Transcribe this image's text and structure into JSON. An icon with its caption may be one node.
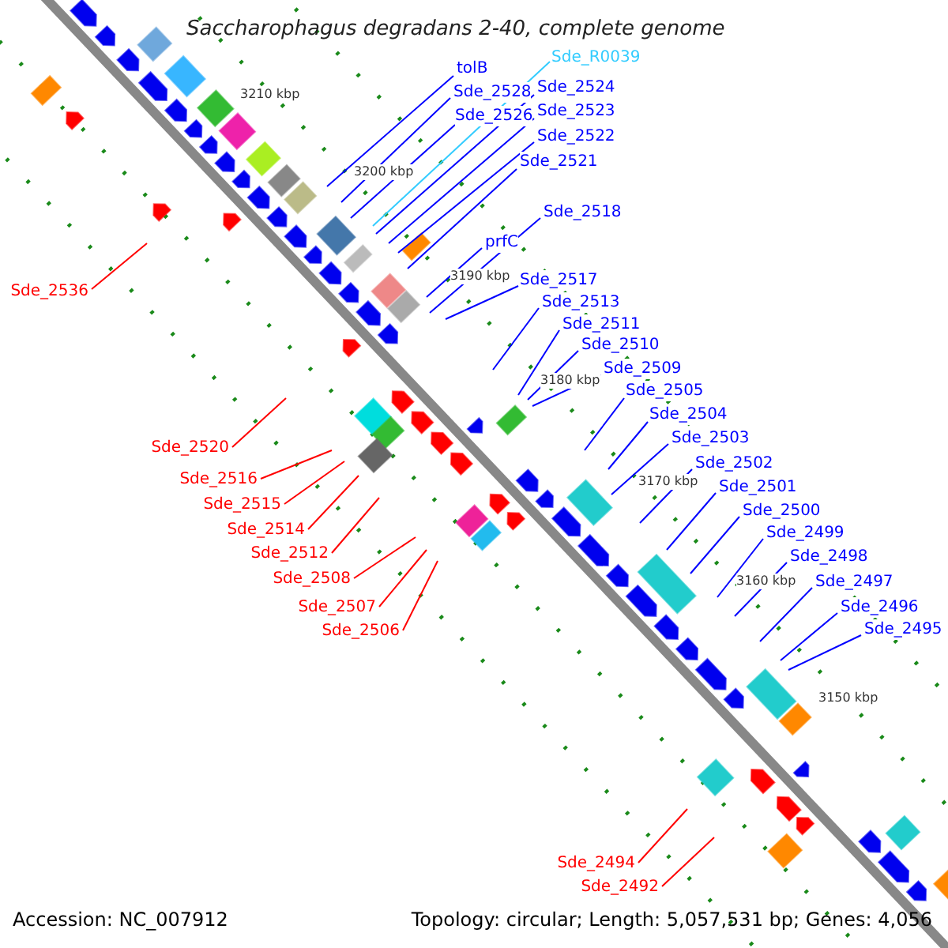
{
  "diagram": {
    "title": "Saccharophagus degradans 2-40, complete genome",
    "nodes": [
      {
        "text": [
          "tolB"
        ]
      },
      {
        "text": [
          "Sde_2528"
        ]
      },
      {
        "text": [
          "Sde_R0039"
        ]
      },
      {
        "text": [
          "Sde_2526"
        ]
      },
      {
        "text": [
          "Sde_2524"
        ]
      },
      {
        "text": [
          "Sde_2523"
        ]
      },
      {
        "text": [
          "Sde_2522"
        ]
      },
      {
        "text": [
          "Sde_2521"
        ]
      },
      {
        "text": [
          "Sde_2518"
        ]
      },
      {
        "text": [
          "prfC"
        ]
      },
      {
        "text": [
          "Sde_2517"
        ]
      },
      {
        "text": [
          "Sde_2513"
        ]
      },
      {
        "text": [
          "Sde_2511"
        ]
      },
      {
        "text": [
          "Sde_2510"
        ]
      },
      {
        "text": [
          "Sde_2509"
        ]
      },
      {
        "text": [
          "Sde_2505"
        ]
      },
      {
        "text": [
          "Sde_2504"
        ]
      },
      {
        "text": [
          "Sde_2503"
        ]
      },
      {
        "text": [
          "Sde_2502"
        ]
      },
      {
        "text": [
          "Sde_2501"
        ]
      },
      {
        "text": [
          "Sde_2500"
        ]
      },
      {
        "text": [
          "Sde_2499"
        ]
      },
      {
        "text": [
          "Sde_2498"
        ]
      },
      {
        "text": [
          "Sde_2497"
        ]
      },
      {
        "text": [
          "Sde_2496"
        ]
      },
      {
        "text": [
          "Sde_2495"
        ]
      },
      {
        "text": [
          "Sde_2536"
        ]
      },
      {
        "text": [
          "Sde_2520"
        ]
      },
      {
        "text": [
          "Sde_2516"
        ]
      },
      {
        "text": [
          "Sde_2515"
        ]
      },
      {
        "text": [
          "Sde_2514"
        ]
      },
      {
        "text": [
          "Sde_2512"
        ]
      },
      {
        "text": [
          "Sde_2508"
        ]
      },
      {
        "text": [
          "Sde_2507"
        ]
      },
      {
        "text": [
          "Sde_2506"
        ]
      },
      {
        "text": [
          "Sde_2494"
        ]
      },
      {
        "text": [
          "Sde_2492"
        ]
      }
    ],
    "edges": [
      {
        "from": 0,
        "to": null,
        "arrow": "none"
      },
      {
        "from": 1,
        "to": null,
        "arrow": "none"
      },
      {
        "from": 2,
        "to": null,
        "arrow": "none",
        "color": "#33ccff"
      },
      {
        "from": 3,
        "to": null,
        "arrow": "none"
      },
      {
        "from": 4,
        "to": null,
        "arrow": "none"
      },
      {
        "from": 5,
        "to": null,
        "arrow": "none"
      },
      {
        "from": 6,
        "to": null,
        "arrow": "none"
      },
      {
        "from": 7,
        "to": null,
        "arrow": "none"
      },
      {
        "from": 8,
        "to": null,
        "arrow": "none"
      },
      {
        "from": 9,
        "to": null,
        "arrow": "none"
      },
      {
        "from": 10,
        "to": null,
        "arrow": "none"
      },
      {
        "from": 11,
        "to": null,
        "arrow": "none"
      },
      {
        "from": 12,
        "to": null,
        "arrow": "none"
      },
      {
        "from": 13,
        "to": null,
        "arrow": "none"
      },
      {
        "from": 14,
        "to": null,
        "arrow": "none"
      },
      {
        "from": 15,
        "to": null,
        "arrow": "none"
      },
      {
        "from": 16,
        "to": null,
        "arrow": "none"
      },
      {
        "from": 17,
        "to": null,
        "arrow": "none"
      },
      {
        "from": 18,
        "to": null,
        "arrow": "none"
      },
      {
        "from": 19,
        "to": null,
        "arrow": "none"
      },
      {
        "from": 20,
        "to": null,
        "arrow": "none"
      },
      {
        "from": 21,
        "to": null,
        "arrow": "none"
      },
      {
        "from": 22,
        "to": null,
        "arrow": "none"
      },
      {
        "from": 23,
        "to": null,
        "arrow": "none"
      },
      {
        "from": 24,
        "to": null,
        "arrow": "none"
      },
      {
        "from": 25,
        "to": null,
        "arrow": "none"
      },
      {
        "from": 26,
        "to": null,
        "arrow": "none",
        "color": "#ff0000"
      },
      {
        "from": 27,
        "to": null,
        "arrow": "none",
        "color": "#ff0000"
      },
      {
        "from": 28,
        "to": null,
        "arrow": "none",
        "color": "#ff0000"
      },
      {
        "from": 29,
        "to": null,
        "arrow": "none",
        "color": "#ff0000"
      },
      {
        "from": 30,
        "to": null,
        "arrow": "none",
        "color": "#ff0000"
      },
      {
        "from": 31,
        "to": null,
        "arrow": "none",
        "color": "#ff0000"
      },
      {
        "from": 32,
        "to": null,
        "arrow": "none",
        "color": "#ff0000"
      },
      {
        "from": 33,
        "to": null,
        "arrow": "none",
        "color": "#ff0000"
      },
      {
        "from": 34,
        "to": null,
        "arrow": "none",
        "color": "#ff0000"
      },
      {
        "from": 35,
        "to": null,
        "arrow": "none",
        "color": "#ff0000"
      },
      {
        "from": 36,
        "to": null,
        "arrow": "none",
        "color": "#ff0000"
      }
    ],
    "labels": [
      "3210 kbp",
      "3200 kbp",
      "3190 kbp",
      "3180 kbp",
      "3170 kbp",
      "3160 kbp",
      "3150 kbp",
      "Accession: NC_007912",
      "Topology: circular; Length: 5,057,531 bp; Genes: 4,056"
    ]
  }
}
